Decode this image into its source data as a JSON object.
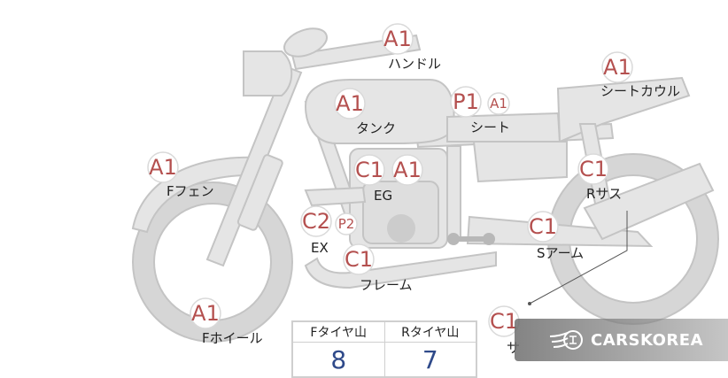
{
  "parts": [
    {
      "id": "handle",
      "label": "ハンドル",
      "badges": [
        "A1"
      ]
    },
    {
      "id": "seat-cowl",
      "label": "シートカウル",
      "badges": [
        "A1"
      ]
    },
    {
      "id": "tank",
      "label": "タンク",
      "badges": [
        "A1"
      ]
    },
    {
      "id": "seat",
      "label": "シート",
      "badges": [
        "P1",
        "A1"
      ]
    },
    {
      "id": "f-fender",
      "label": "Fフェン",
      "badges": [
        "A1"
      ]
    },
    {
      "id": "engine",
      "label": "EG",
      "badges": [
        "C1",
        "A1"
      ]
    },
    {
      "id": "r-suspension",
      "label": "Rサス",
      "badges": [
        "C1"
      ]
    },
    {
      "id": "exhaust",
      "label": "EX",
      "badges": [
        "C2",
        "P2"
      ]
    },
    {
      "id": "swing-arm",
      "label": "Sアーム",
      "badges": [
        "C1"
      ]
    },
    {
      "id": "frame",
      "label": "フレーム",
      "badges": [
        "C1"
      ]
    },
    {
      "id": "f-wheel",
      "label": "Fホイール",
      "badges": [
        "A1"
      ]
    },
    {
      "id": "partial",
      "label": "サ",
      "badges": [
        "C1"
      ]
    }
  ],
  "tread_table": {
    "front_header": "Fタイヤ山",
    "rear_header": "Rタイヤ山",
    "front_value": "8",
    "rear_value": "7"
  },
  "watermark": {
    "text": "CARSKOREA",
    "icon": "carskorea-logo-icon"
  },
  "colors": {
    "badge_text": "#b4504f",
    "value_text": "#2f4a8a",
    "part_fill": "#e5e5e5"
  }
}
